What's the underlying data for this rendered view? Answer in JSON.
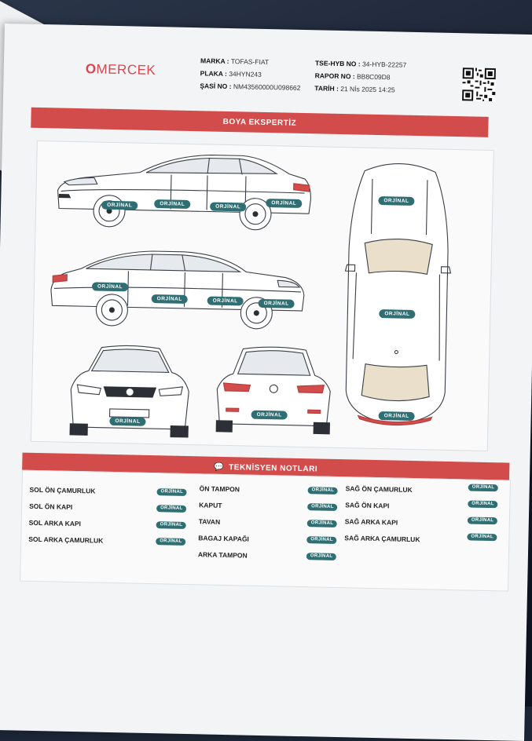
{
  "header": {
    "brand_prefix": "O",
    "brand_rest": "MERCEK",
    "marka_label": "MARKA :",
    "marka_value": "TOFAS-FIAT",
    "plaka_label": "PLAKA :",
    "plaka_value": "34HYN243",
    "sasi_label": "ŞASİ NO :",
    "sasi_value": "NM43560000U098662",
    "tse_label": "TSE-HYB NO :",
    "tse_value": "34-HYB-22257",
    "rapor_label": "RAPOR NO :",
    "rapor_value": "BB8C09D8",
    "tarih_label": "TARİH :",
    "tarih_value": "21 Nİs 2025 14:25"
  },
  "boya": {
    "title": "BOYA EKSPERTİZ",
    "tag": "ORJİNAL"
  },
  "notes": {
    "title": "TEKNİSYEN NOTLARI",
    "status": "ORJİNAL",
    "col1": [
      "SOL ÖN ÇAMURLUK",
      "SOL ÖN KAPI",
      "SOL ARKA KAPI",
      "SOL ARKA ÇAMURLUK"
    ],
    "col2": [
      "ÖN TAMPON",
      "KAPUT",
      "TAVAN",
      "BAGAJ KAPAĞI",
      "ARKA TAMPON"
    ],
    "col3": [
      "SAĞ ÖN ÇAMURLUK",
      "SAĞ ÖN KAPI",
      "SAĞ ARKA KAPI",
      "SAĞ ARKA ÇAMURLUK"
    ]
  },
  "colors": {
    "accent_red": "#d24c4c",
    "tag_teal": "#2f6f73",
    "paper": "#f3f4f5"
  }
}
